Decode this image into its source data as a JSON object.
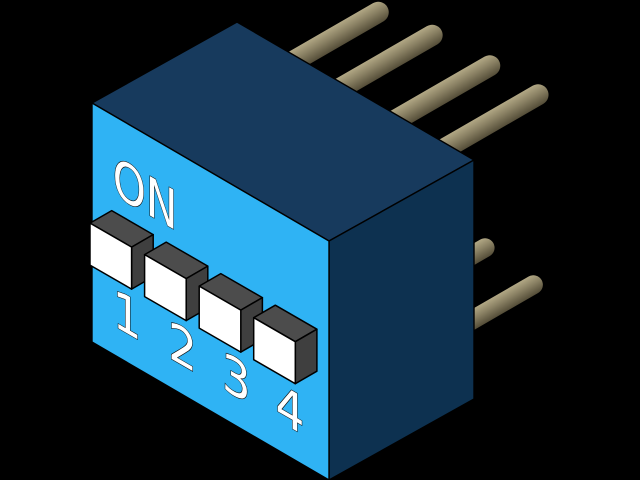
{
  "illustration": {
    "component": "DIP switch, 4 positions, isometric 3D render",
    "background_color": "#000000",
    "on_label": "ON",
    "text_color": "#FFFFFF",
    "body": {
      "front_color": "#2FB3F4",
      "top_color": "#173A5D",
      "side_color": "#0D3150"
    },
    "slider": {
      "front_color": "#FFFFFF",
      "top_color": "#4C4C4C",
      "side_color": "#3F3F3F"
    },
    "switches": [
      {
        "label": "1",
        "slider_state": "down"
      },
      {
        "label": "2",
        "slider_state": "down"
      },
      {
        "label": "3",
        "slider_state": "down"
      },
      {
        "label": "4",
        "slider_state": "down"
      }
    ],
    "pins": {
      "top_row_count": 4,
      "bottom_row_visible_count": 2,
      "color_light": "#B2A885",
      "color_mid": "#8A8164",
      "color_dark": "#544D38"
    }
  }
}
